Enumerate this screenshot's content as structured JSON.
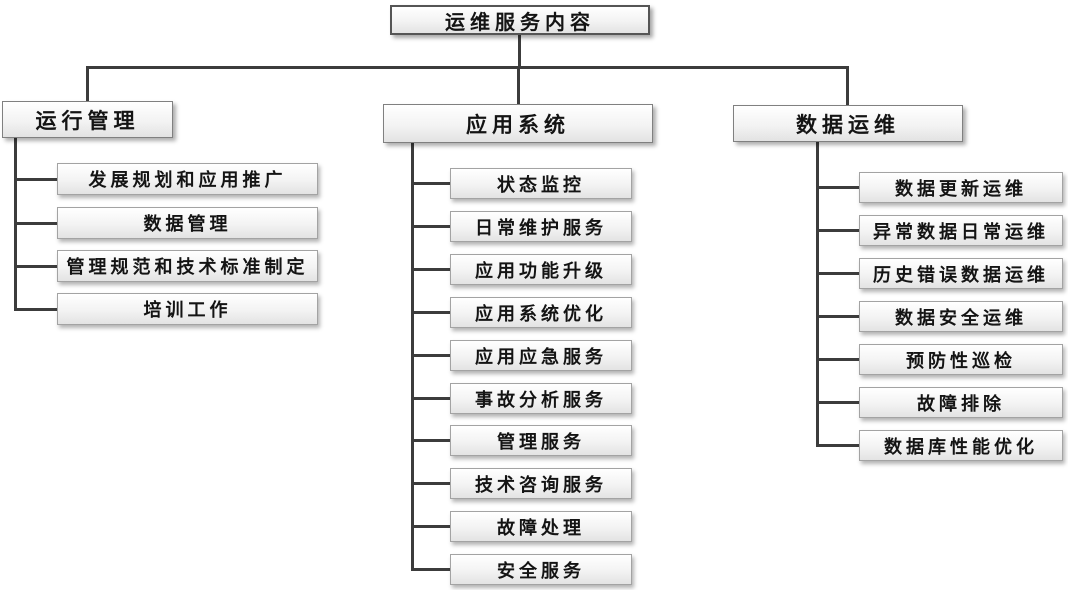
{
  "diagram": {
    "root": {
      "label": "运维服务内容"
    },
    "branches": [
      {
        "label": "运行管理",
        "items": [
          "发展规划和应用推广",
          "数据管理",
          "管理规范和技术标准制定",
          "培训工作"
        ]
      },
      {
        "label": "应用系统",
        "items": [
          "状态监控",
          "日常维护服务",
          "应用功能升级",
          "应用系统优化",
          "应用应急服务",
          "事故分析服务",
          "管理服务",
          "技术咨询服务",
          "故障处理",
          "安全服务"
        ]
      },
      {
        "label": "数据运维",
        "items": [
          "数据更新运维",
          "异常数据日常运维",
          "历史错误数据运维",
          "数据安全运维",
          "预防性巡检",
          "故障排除",
          "数据库性能优化"
        ]
      }
    ],
    "colors": {
      "connector_line": "#3c3c3c",
      "leaf_border": "#a3a3a3",
      "header_border": "#808080",
      "root_border": "#555555",
      "box_fill_top": "#ffffff",
      "box_fill_bottom": "#e3e3e3",
      "text": "#141414",
      "background": "#ffffff"
    }
  }
}
